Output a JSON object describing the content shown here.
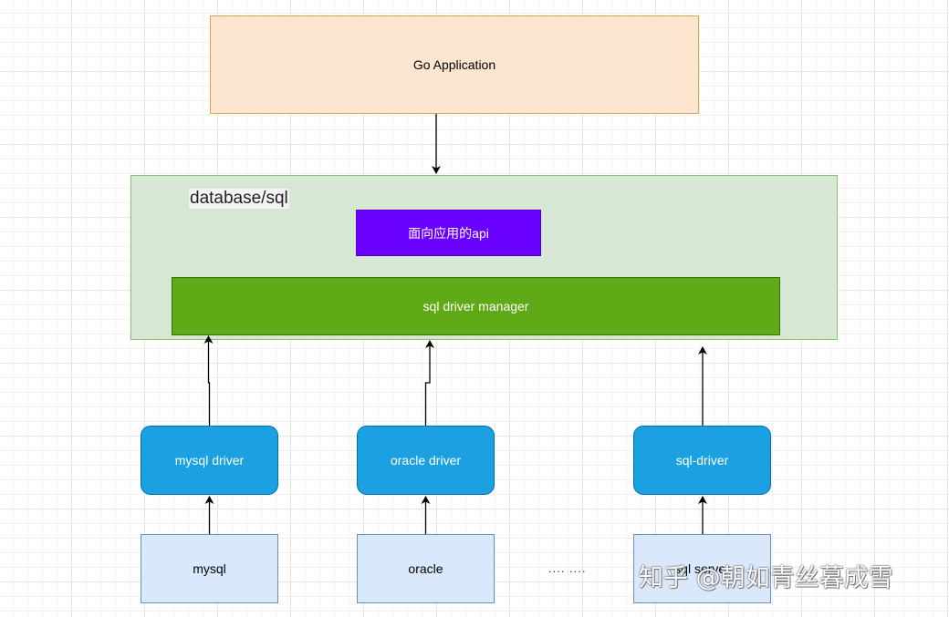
{
  "diagram": {
    "go_application": "Go Application",
    "database_sql": {
      "label": "database/sql",
      "app_api": "面向应用的api",
      "driver_manager": "sql driver manager"
    },
    "drivers": [
      {
        "driver": "mysql driver",
        "database": "mysql"
      },
      {
        "driver": "oracle driver",
        "database": "oracle"
      },
      {
        "driver": "sql-driver",
        "database": "sql server"
      }
    ],
    "ellipsis": "....  ....",
    "watermark": "知乎 @朝如青丝暮成雪"
  },
  "colors": {
    "application_fill": "#fde6cf",
    "database_sql_fill": "#d6e8d3",
    "api_fill": "#6a00ff",
    "driver_manager_fill": "#60a917",
    "driver_fill": "#1ba1e2",
    "database_fill": "#dae8fc"
  }
}
